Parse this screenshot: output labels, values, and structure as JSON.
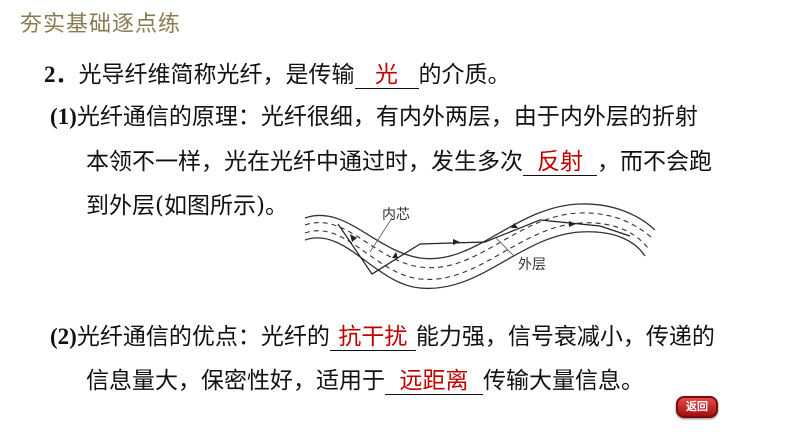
{
  "header": {
    "title": "夯实基础逐点练"
  },
  "question": {
    "number": "2．",
    "stem_before": "光导纤维简称光纤，是传输",
    "answer1": "光",
    "stem_after": "的介质。"
  },
  "part1": {
    "label": "(1)",
    "line1": "光纤通信的原理：光纤很细，有内外两层，由于内外层的折射",
    "line2_before": "本领不一样，光在光纤中通过时，发生多次",
    "answer": "反射",
    "line2_after": "，而不会跑",
    "line3": "到外层(如图所示)。"
  },
  "figure": {
    "label_inner": "内芯",
    "label_outer": "外层"
  },
  "part2": {
    "label": "(2)",
    "line1_before": "光纤通信的优点：光纤的",
    "answer1": "抗干扰",
    "line1_after": "能力强，信号衰减小，传递的",
    "line2_before": "信息量大，保密性好，适用于",
    "answer2": "远距离",
    "line2_after": "传输大量信息。"
  },
  "nav": {
    "back_label": "返回"
  },
  "colors": {
    "answer": "#c00000",
    "header": "#8a7a52"
  }
}
